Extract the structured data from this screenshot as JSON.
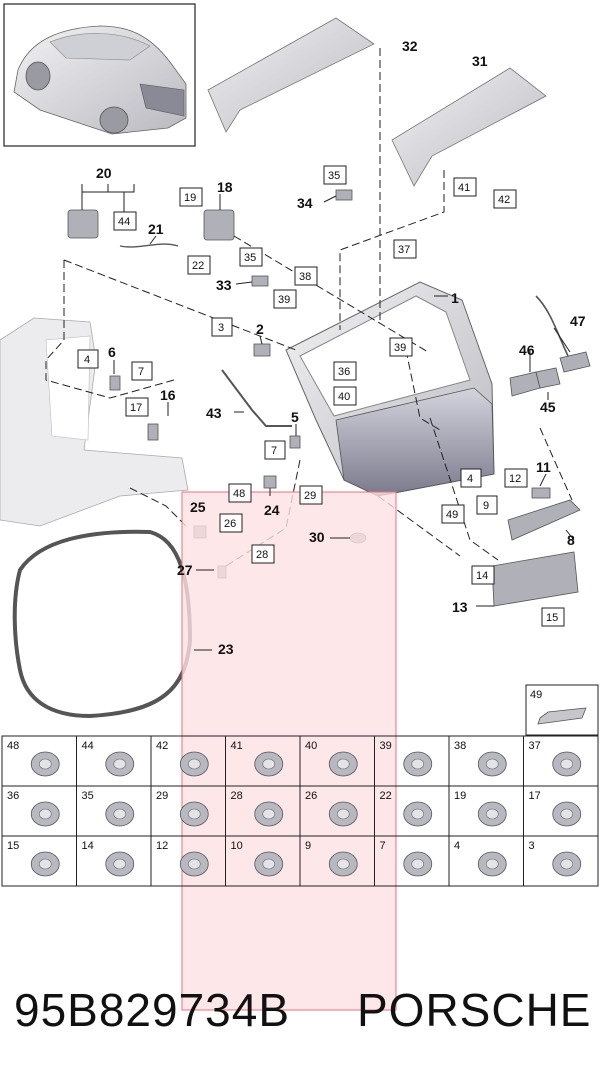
{
  "callouts": {
    "c1": "1",
    "c2": "2",
    "c5": "5",
    "c6": "6",
    "c8": "8",
    "c11": "11",
    "c13": "13",
    "c16": "16",
    "c18": "18",
    "c20": "20",
    "c21": "21",
    "c23": "23",
    "c24": "24",
    "c25": "25",
    "c27": "27",
    "c30": "30",
    "c31": "31",
    "c32": "32",
    "c33": "33",
    "c34": "34",
    "c43": "43",
    "c45": "45",
    "c46": "46",
    "c47": "47"
  },
  "boxed": {
    "b3": "3",
    "b4a": "4",
    "b4b": "4",
    "b7a": "7",
    "b7b": "7",
    "b9": "9",
    "b12": "12",
    "b14": "14",
    "b15": "15",
    "b17": "17",
    "b19": "19",
    "b22": "22",
    "b26": "26",
    "b28": "28",
    "b29": "29",
    "b35a": "35",
    "b35b": "35",
    "b36": "36",
    "b37": "37",
    "b38": "38",
    "b39a": "39",
    "b39b": "39",
    "b40": "40",
    "b41": "41",
    "b42": "42",
    "b44": "44",
    "b48": "48",
    "b49": "49"
  },
  "parts_grid": {
    "row1": [
      "48",
      "44",
      "42",
      "41",
      "40",
      "39",
      "38",
      "37"
    ],
    "row2": [
      "36",
      "35",
      "29",
      "28",
      "26",
      "22",
      "19",
      "17"
    ],
    "row3": [
      "15",
      "14",
      "12",
      "10",
      "9",
      "7",
      "4",
      "3"
    ],
    "extra": "49"
  },
  "footer": {
    "part_number": "95B829734B",
    "brand": "PORSCHE"
  },
  "colors": {
    "highlight_fill": "#fde1e4",
    "highlight_stroke": "#e8707c",
    "part_fill": "#d9d9dc",
    "line": "#222222"
  }
}
